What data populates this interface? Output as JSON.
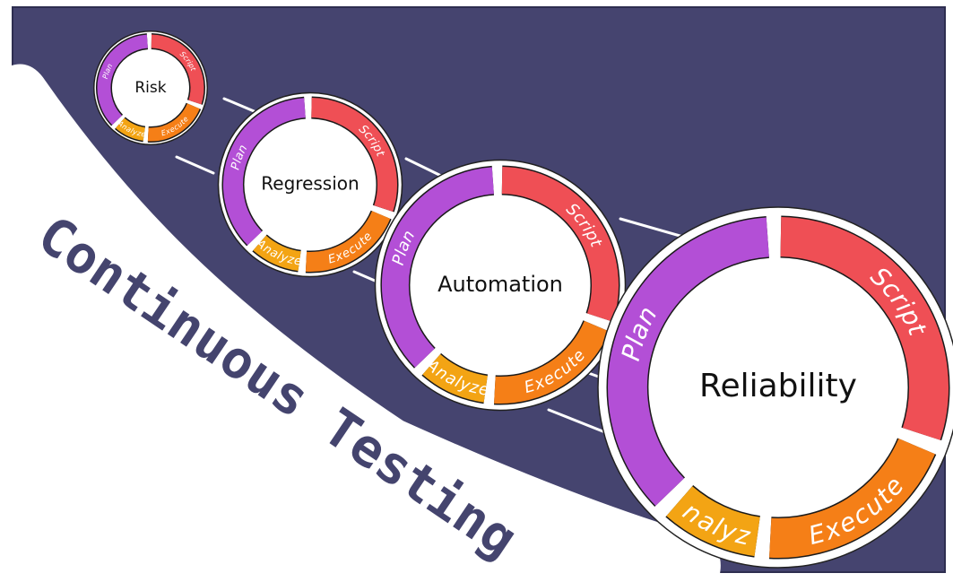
{
  "title": "Continuous Testing",
  "colors": {
    "background": "#45446f",
    "hill": "#ffffff",
    "plan": "#b34fd6",
    "script": "#ef4f55",
    "execute": "#f57f17",
    "analyze": "#f3a414",
    "title": "#44446e"
  },
  "stages": [
    {
      "name": "Risk",
      "segments": {
        "plan": "Plan",
        "script": "Script",
        "execute": "Execute",
        "analyze": "Analyze"
      }
    },
    {
      "name": "Regression",
      "segments": {
        "plan": "Plan",
        "script": "Script",
        "execute": "Execute",
        "analyze": "Analyze"
      }
    },
    {
      "name": "Automation",
      "segments": {
        "plan": "Plan",
        "script": "Script",
        "execute": "Execute",
        "analyze": "Analyze"
      }
    },
    {
      "name": "Reliability",
      "segments": {
        "plan": "Plan",
        "script": "Script",
        "execute": "Execute",
        "analyze": "Analyze"
      }
    }
  ]
}
